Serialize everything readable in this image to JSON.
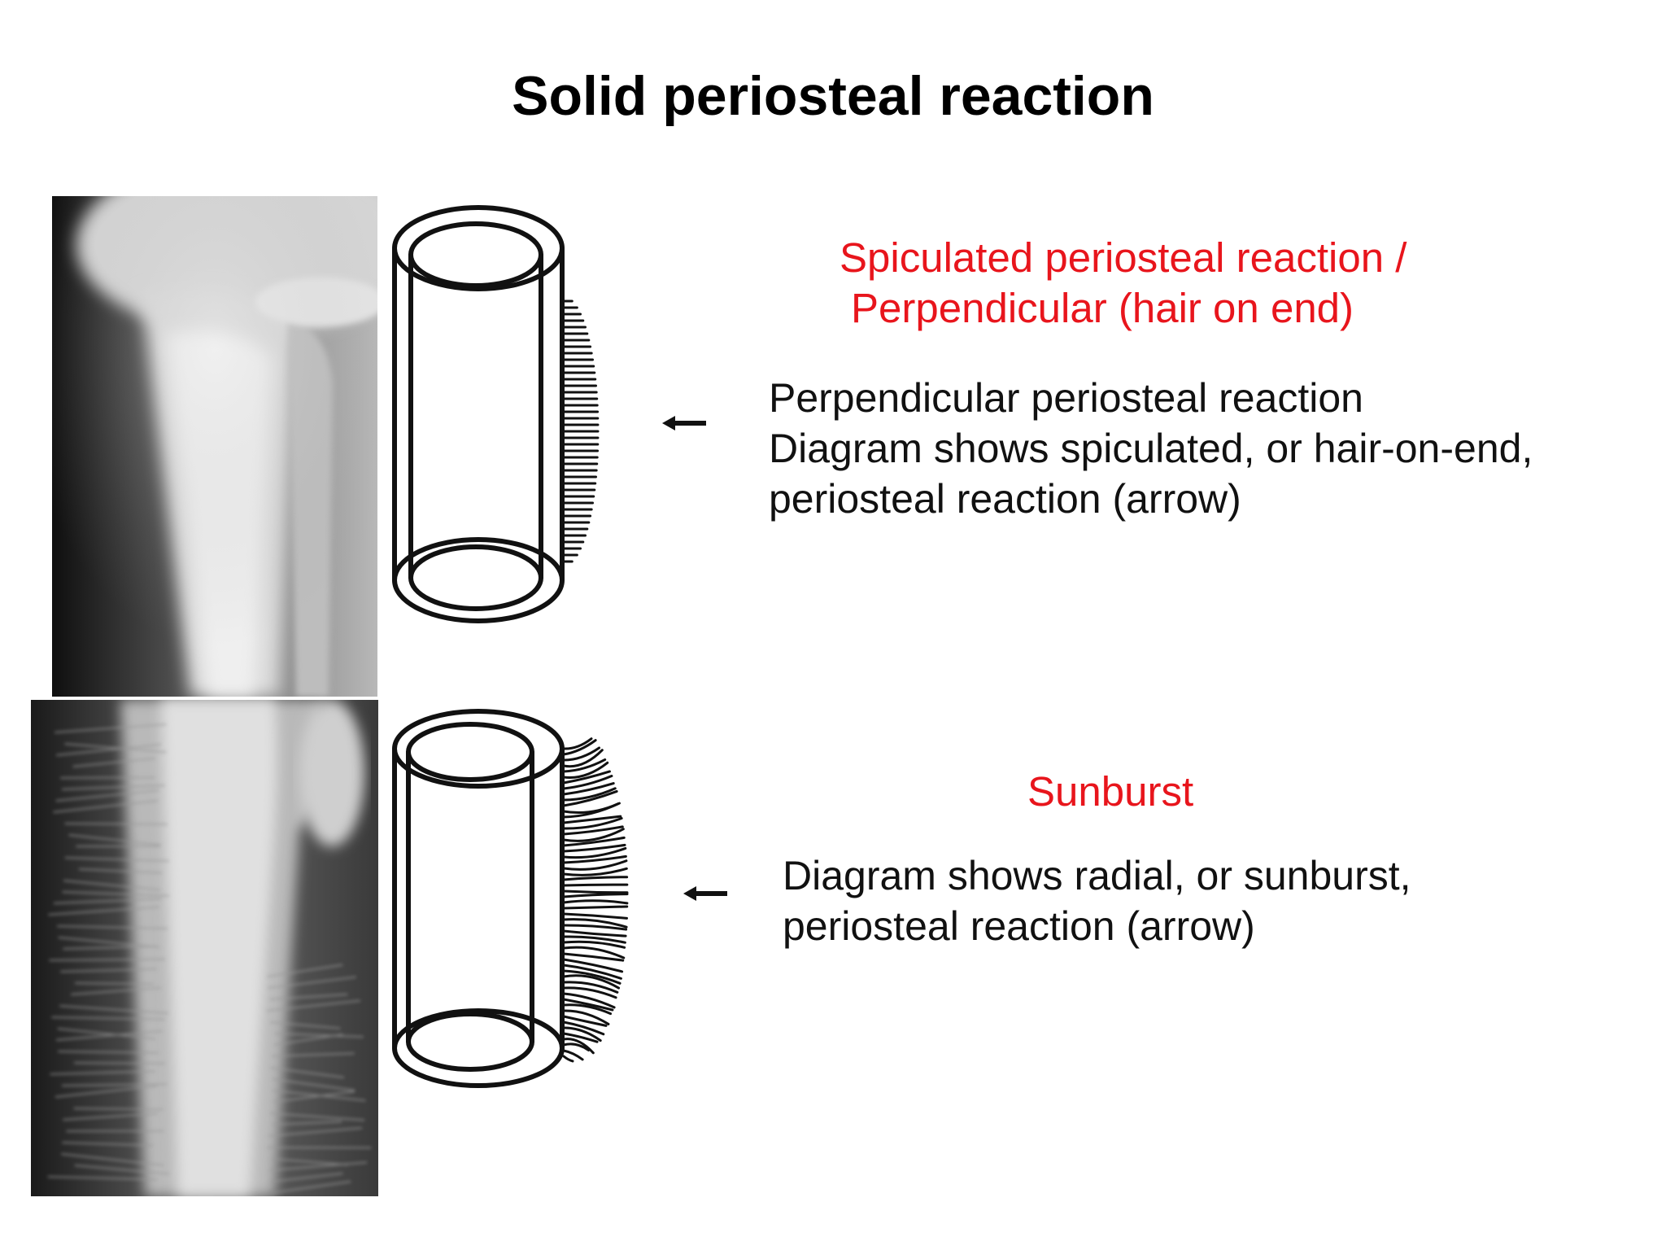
{
  "title": "Solid periosteal reaction",
  "panels": [
    {
      "heading_lines": [
        "Spiculated periosteal reaction /",
        "Perpendicular (hair on end)"
      ],
      "description_lines": [
        "Perpendicular periosteal reaction",
        "Diagram shows spiculated, or hair-on-end,",
        "periosteal reaction (arrow)"
      ],
      "diagram_marker": "arrow-left-icon"
    },
    {
      "heading_lines": [
        "Sunburst"
      ],
      "description_lines": [
        "Diagram shows radial, or sunburst,",
        "periosteal reaction (arrow)"
      ],
      "diagram_marker": "arrow-left-icon"
    }
  ],
  "colors": {
    "heading": "#e8151c",
    "body_text": "#111111",
    "title": "#000000"
  }
}
